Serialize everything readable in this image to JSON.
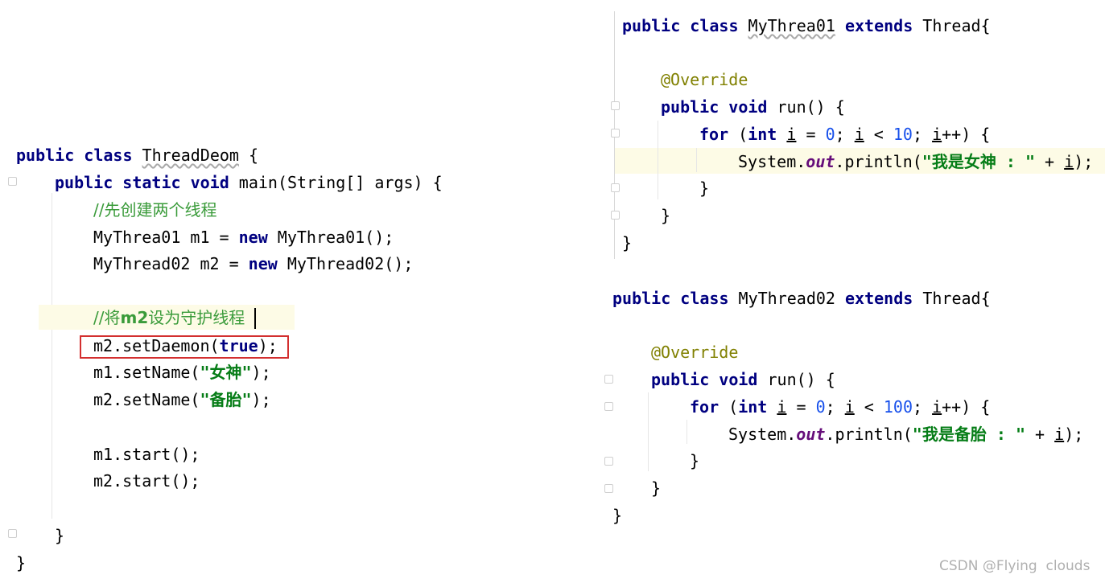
{
  "left_panel": {
    "class_decl": {
      "kw": "public class",
      "name": "ThreadDeom",
      "rest": " {"
    },
    "main_decl": {
      "kw": "public static void",
      "rest": " main(String[] args) {"
    },
    "comment1": "//先创建两个线程",
    "line_m1": {
      "pre": "MyThrea01 m1 = ",
      "kw": "new",
      "post": " MyThrea01();"
    },
    "line_m2": {
      "pre": "MyThread02 m2 = ",
      "kw": "new",
      "post": " MyThread02();"
    },
    "comment2": {
      "pre": "//将",
      "bold": "m2",
      "post": "设为守护线程"
    },
    "daemon_line": {
      "pre": "m2.setDaemon(",
      "kw": "true",
      "post": ");"
    },
    "setname1": {
      "pre": "m1.setName(",
      "str": "\"女神\"",
      "post": ");"
    },
    "setname2": {
      "pre": "m2.setName(",
      "str": "\"备胎\"",
      "post": ");"
    },
    "start1": "m1.start();",
    "start2": "m2.start();",
    "close_inner": "}",
    "close_outer": "}"
  },
  "right_top": {
    "class_decl": {
      "kw": "public class",
      "name": "MyThrea01",
      "kw2": "extends",
      "rest": " Thread{"
    },
    "annotation": "@Override",
    "run_decl": {
      "kw": "public void",
      "rest": " run() {"
    },
    "for_line": {
      "kw": "for",
      "a": " (",
      "kw2": "int",
      "b": " ",
      "i1": "i",
      "c": " = ",
      "n1": "0",
      "d": "; ",
      "i2": "i",
      "e": " < ",
      "n2": "10",
      "f": "; ",
      "i3": "i",
      "g": "++) {"
    },
    "print_line": {
      "a": "System.",
      "fld": "out",
      "b": ".println(",
      "str": "\"我是女神 : \"",
      "c": " + ",
      "i": "i",
      "d": ");"
    },
    "close1": "}",
    "close2": "}",
    "close3": "}"
  },
  "right_bottom": {
    "class_decl": {
      "kw": "public class",
      "name": "MyThread02",
      "kw2": "extends",
      "rest": " Thread{"
    },
    "annotation": "@Override",
    "run_decl": {
      "kw": "public void",
      "rest": " run() {"
    },
    "for_line": {
      "kw": "for",
      "a": " (",
      "kw2": "int",
      "b": " ",
      "i1": "i",
      "c": " = ",
      "n1": "0",
      "d": "; ",
      "i2": "i",
      "e": " < ",
      "n2": "100",
      "f": "; ",
      "i3": "i",
      "g": "++) {"
    },
    "print_line": {
      "a": "System.",
      "fld": "out",
      "b": ".println(",
      "str": "\"我是备胎 : \"",
      "c": " + ",
      "i": "i",
      "d": ");"
    },
    "close1": "}",
    "close2": "}",
    "close3": "}"
  },
  "watermark": "CSDN @Flying  clouds",
  "colors": {
    "keyword": "#000080",
    "comment": "#3a9b3a",
    "string": "#067d17",
    "number": "#1750eb",
    "annotation": "#808000",
    "highlight": "#d32f2f"
  }
}
